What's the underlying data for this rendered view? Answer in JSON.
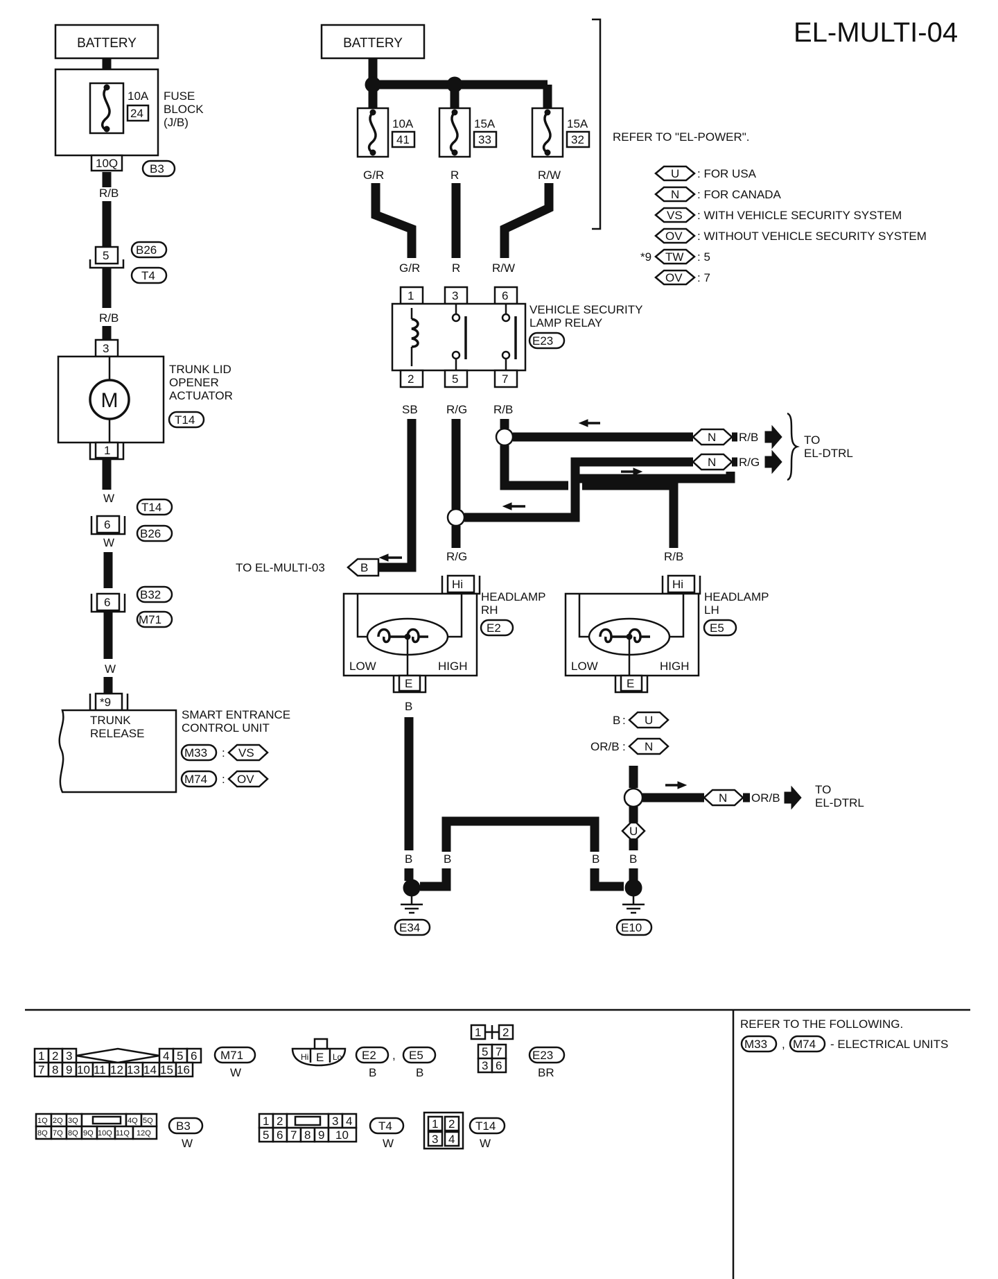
{
  "title": "EL-MULTI-04",
  "refer_power": "REFER TO \"EL-POWER\".",
  "legend": [
    {
      "code": "U",
      "text": ": FOR USA"
    },
    {
      "code": "N",
      "text": ": FOR CANADA"
    },
    {
      "code": "VS",
      "text": ": WITH VEHICLE SECURITY SYSTEM"
    },
    {
      "code": "OV",
      "text": ": WITHOUT VEHICLE SECURITY SYSTEM"
    },
    {
      "code": "TW",
      "prefix": "*9",
      "text": ": 5"
    },
    {
      "code": "OV",
      "text": ": 7"
    }
  ],
  "left_circuit": {
    "battery": "BATTERY",
    "fuse_rating": "10A",
    "fuse_number": "24",
    "fuse_block": [
      "FUSE",
      "BLOCK",
      "(J/B)"
    ],
    "conn_10q": "10Q",
    "conn_b3": "B3",
    "wire_rb_1": "R/B",
    "conn_5": "5",
    "conn_b26": "B26",
    "conn_t4": "T4",
    "wire_rb_2": "R/B",
    "conn_3": "3",
    "motor": "M",
    "actuator": [
      "TRUNK LID",
      "OPENER",
      "ACTUATOR"
    ],
    "conn_t14": "T14",
    "conn_1": "1",
    "wire_w_1": "W",
    "conn_t14_b": "T14",
    "conn_6a": "6",
    "conn_b26_b": "B26",
    "wire_w_2": "W",
    "conn_6b": "6",
    "conn_b32": "B32",
    "conn_m71": "M71",
    "wire_w_3": "W",
    "conn_9": "*9",
    "trunk_release": [
      "TRUNK",
      "RELEASE"
    ],
    "sec": [
      "SMART ENTRANCE",
      "CONTROL UNIT"
    ],
    "m33": "M33",
    "vs": "VS",
    "m74": "M74",
    "ov": "OV",
    "colon": ":"
  },
  "right_circuit": {
    "battery": "BATTERY",
    "fuses": [
      {
        "rating": "10A",
        "number": "41",
        "wire": "G/R"
      },
      {
        "rating": "15A",
        "number": "33",
        "wire": "R"
      },
      {
        "rating": "15A",
        "number": "32",
        "wire": "R/W"
      }
    ],
    "relay_top_wires": [
      "G/R",
      "R",
      "R/W"
    ],
    "relay_top_pins": [
      "1",
      "3",
      "6"
    ],
    "relay_bottom_pins": [
      "2",
      "5",
      "7"
    ],
    "relay_bottom_wires": [
      "SB",
      "R/G",
      "R/B"
    ],
    "relay_name": [
      "VEHICLE SECURITY",
      "LAMP RELAY"
    ],
    "relay_conn": "E23",
    "to_dtrl_1": [
      "TO",
      "EL-DTRL"
    ],
    "n_rb": "N",
    "wire_rb_out": "R/B",
    "n_rg": "N",
    "wire_rg_out": "R/G",
    "to_multi03": "TO EL-MULTI-03",
    "b_tag": "B",
    "wire_rg_hl": "R/G",
    "wire_rb_hl": "R/B",
    "hi": "Hi",
    "headlamp_rh": [
      "HEADLAMP",
      "RH"
    ],
    "e2": "E2",
    "headlamp_lh": [
      "HEADLAMP",
      "LH"
    ],
    "e5": "E5",
    "low": "LOW",
    "high": "HIGH",
    "e_pin": "E",
    "wire_b_rh": "B",
    "wire_b_lh_label": "B",
    "u_tag": "U",
    "wire_orb_label": "OR/B",
    "n_tag": "N",
    "n_orb": "N",
    "wire_orb_out": "OR/B",
    "to_dtrl_2": [
      "TO",
      "EL-DTRL"
    ],
    "u_tag_2": "U",
    "ground_wires": [
      "B",
      "B",
      "B",
      "B"
    ],
    "e34": "E34",
    "e10": "E10"
  },
  "footer": {
    "refer_title": "REFER TO THE FOLLOWING.",
    "refer_m33": "M33",
    "refer_m74": "M74",
    "refer_text": "- ELECTRICAL UNITS",
    "m71": {
      "id": "M71",
      "color": "W",
      "top_left": [
        "1",
        "2",
        "3"
      ],
      "top_right": [
        "4",
        "5",
        "6"
      ],
      "bottom": [
        "7",
        "8",
        "9",
        "10",
        "11",
        "12",
        "13",
        "14",
        "15",
        "16"
      ]
    },
    "e2e5": {
      "ids": [
        "E2",
        "E5"
      ],
      "colors": [
        "B",
        "B"
      ],
      "pins": [
        "Hi",
        "E",
        "Lo"
      ]
    },
    "e23": {
      "id": "E23",
      "color": "BR",
      "pins": [
        "1",
        "2",
        "5",
        "7",
        "3",
        "6"
      ]
    },
    "b3": {
      "id": "B3",
      "color": "W",
      "top_left": [
        "1Q",
        "2Q",
        "3Q"
      ],
      "top_right": [
        "4Q",
        "5Q"
      ],
      "bottom": [
        "8Q",
        "7Q",
        "8Q",
        "9Q",
        "10Q",
        "11Q",
        "12Q"
      ]
    },
    "t4": {
      "id": "T4",
      "color": "W",
      "top_left": [
        "1",
        "2"
      ],
      "top_right": [
        "3",
        "4"
      ],
      "bottom": [
        "5",
        "6",
        "7",
        "8",
        "9",
        "10"
      ]
    },
    "t14": {
      "id": "T14",
      "color": "W",
      "pins": [
        "1",
        "2",
        "3",
        "4"
      ]
    }
  }
}
